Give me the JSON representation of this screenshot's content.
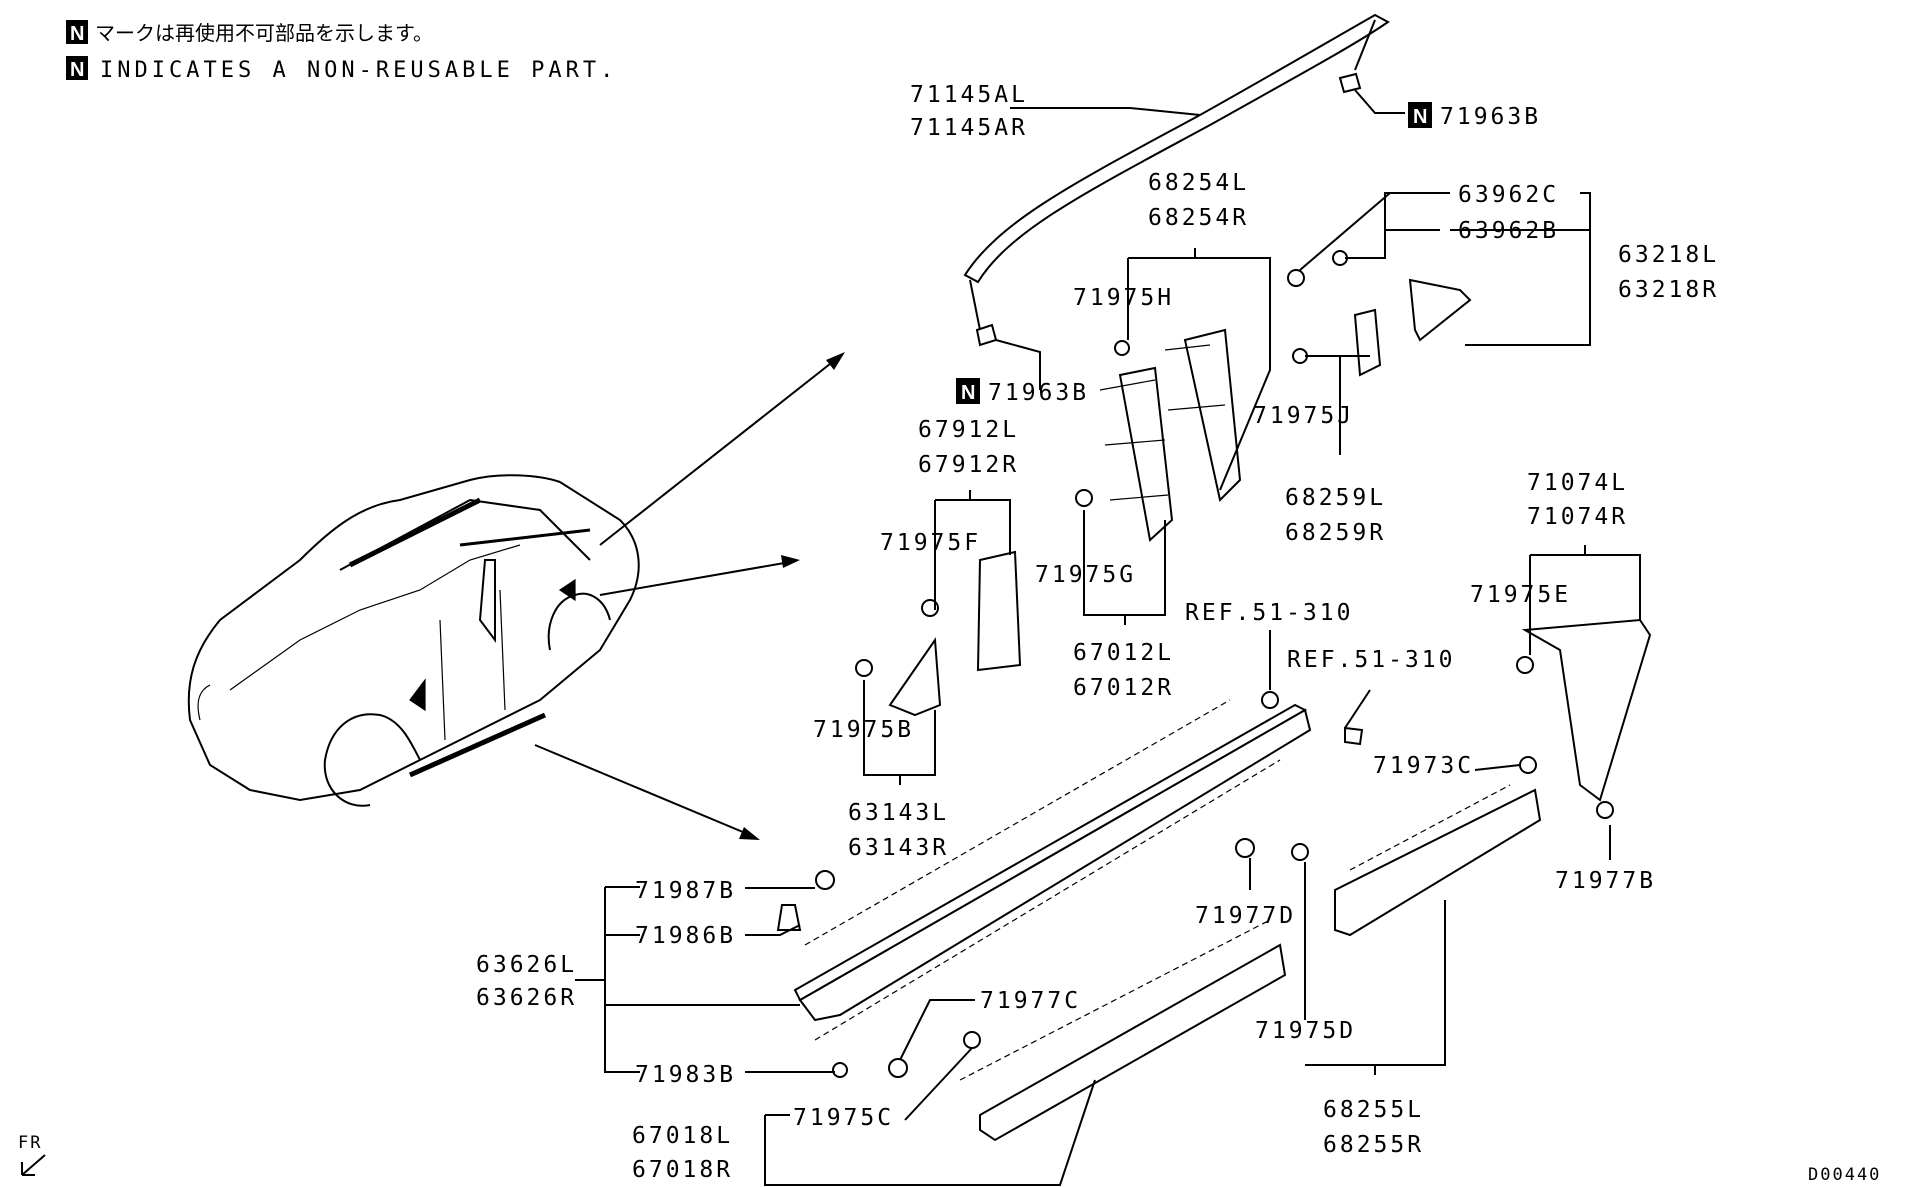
{
  "notice": {
    "badge": "N",
    "jp": "マークは再使用不可部品を示します。",
    "en": "INDICATES A NON-REUSABLE PART."
  },
  "labels": {
    "l71145AL": "71145AL",
    "l71145AR": "71145AR",
    "l71963B_top": "71963B",
    "l71963B_mid": "71963B",
    "l68254L": "68254L",
    "l68254R": "68254R",
    "l71975H": "71975H",
    "l63962C": "63962C",
    "l63962B": "63962B",
    "l63218L": "63218L",
    "l63218R": "63218R",
    "l71975J": "71975J",
    "l68259L": "68259L",
    "l68259R": "68259R",
    "l67912L": "67912L",
    "l67912R": "67912R",
    "l71975F": "71975F",
    "l71975G": "71975G",
    "l67012L": "67012L",
    "l67012R": "67012R",
    "l71975B": "71975B",
    "l63143L": "63143L",
    "l63143R": "63143R",
    "ref1": "REF.51-310",
    "ref2": "REF.51-310",
    "l71074L": "71074L",
    "l71074R": "71074R",
    "l71975E": "71975E",
    "l71973C": "71973C",
    "l71977B": "71977B",
    "l71987B": "71987B",
    "l71986B": "71986B",
    "l63626L": "63626L",
    "l63626R": "63626R",
    "l71983B": "71983B",
    "l71977C": "71977C",
    "l71977D": "71977D",
    "l71975D": "71975D",
    "l71975C": "71975C",
    "l67018L": "67018L",
    "l67018R": "67018R",
    "l68255L": "68255L",
    "l68255R": "68255R",
    "fr": "FR",
    "diagram_id": "D00440"
  }
}
